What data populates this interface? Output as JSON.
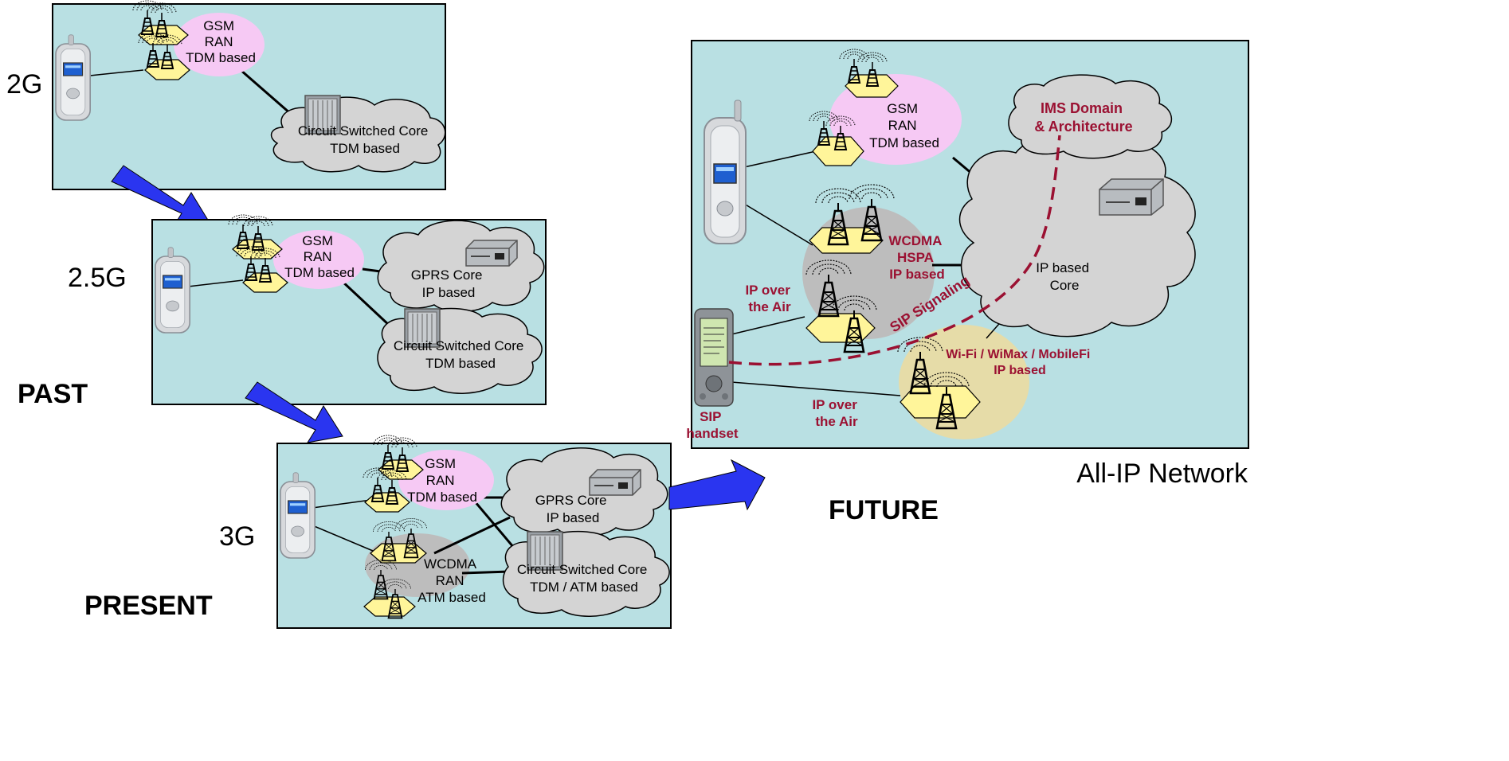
{
  "eras": {
    "g2": "2G",
    "g25": "2.5G",
    "g3": "3G",
    "past": "PAST",
    "present": "PRESENT",
    "future": "FUTURE"
  },
  "panel_2g": {
    "ran": [
      "GSM",
      "RAN",
      "TDM based"
    ],
    "core": [
      "Circuit Switched Core",
      "TDM based"
    ]
  },
  "panel_25g": {
    "ran": [
      "GSM",
      "RAN",
      "TDM based"
    ],
    "gprs": [
      "GPRS Core",
      "IP based"
    ],
    "core": [
      "Circuit Switched Core",
      "TDM based"
    ]
  },
  "panel_3g": {
    "ran": [
      "GSM",
      "RAN",
      "TDM based"
    ],
    "gprs": [
      "GPRS Core",
      "IP based"
    ],
    "wcdma": [
      "WCDMA",
      "RAN",
      "ATM based"
    ],
    "core": [
      "Circuit Switched Core",
      "TDM / ATM based"
    ]
  },
  "panel_future": {
    "ran": [
      "GSM",
      "RAN",
      "TDM based"
    ],
    "ims": [
      "IMS Domain",
      "& Architecture"
    ],
    "wcdma": [
      "WCDMA",
      "HSPA",
      "IP based"
    ],
    "core": [
      "IP based",
      "Core"
    ],
    "air1": [
      "IP over",
      "the Air"
    ],
    "sip_signaling": "SIP Signaling",
    "wifi": [
      "Wi-Fi / WiMax / MobileFi",
      "IP based"
    ],
    "air2": [
      "IP over",
      "the Air"
    ],
    "handset": [
      "SIP",
      "handset"
    ],
    "caption": "All-IP Network"
  },
  "colors": {
    "panel_fill": "#b9e0e3",
    "gsm_ellipse": "#f6c9f4",
    "cloud": "#d4d4d4",
    "cell_hex": "#fff59a",
    "arrow": "#2a35f0",
    "accent_text": "#9b1132",
    "wifi_zone": "#e6dca8",
    "wcdma_zone": "#bdbdbd"
  }
}
